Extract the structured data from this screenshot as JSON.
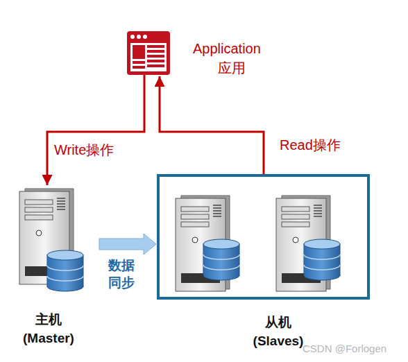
{
  "diagram": {
    "nodes": [
      {
        "text": [
          "Application",
          "应用"
        ]
      },
      {
        "text": [
          "主机 (Master)"
        ]
      },
      {
        "text": [
          "从机 (Slaves)"
        ]
      }
    ],
    "edges": [
      {
        "from": 0,
        "to": 1,
        "arrow": "to",
        "label": "Write操作"
      },
      {
        "from": 2,
        "to": 0,
        "arrow": "to",
        "label": "Read操作"
      },
      {
        "from": 1,
        "to": 2,
        "arrow": "to",
        "label": "数据 同步"
      }
    ],
    "labels": [
      "CSDN @Forlogen"
    ]
  }
}
